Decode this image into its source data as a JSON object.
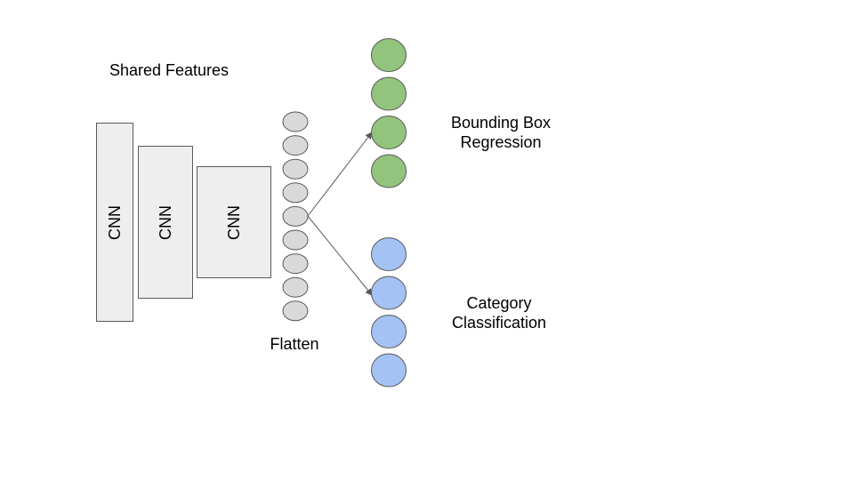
{
  "title": "Shared Features",
  "layers": [
    {
      "label": "CNN"
    },
    {
      "label": "CNN"
    },
    {
      "label": "CNN"
    }
  ],
  "flatten": {
    "label": "Flatten",
    "node_count": 9
  },
  "heads": [
    {
      "label_line1": "Bounding Box",
      "label_line2": "Regression",
      "node_count": 4
    },
    {
      "label_line1": "Category",
      "label_line2": "Classification",
      "node_count": 4
    }
  ],
  "colors": {
    "cnn_fill": "#eeeeee",
    "flatten_fill": "#d9d9d9",
    "bbox_fill": "#93c47d",
    "class_fill": "#a4c2f4",
    "stroke": "#595959"
  }
}
